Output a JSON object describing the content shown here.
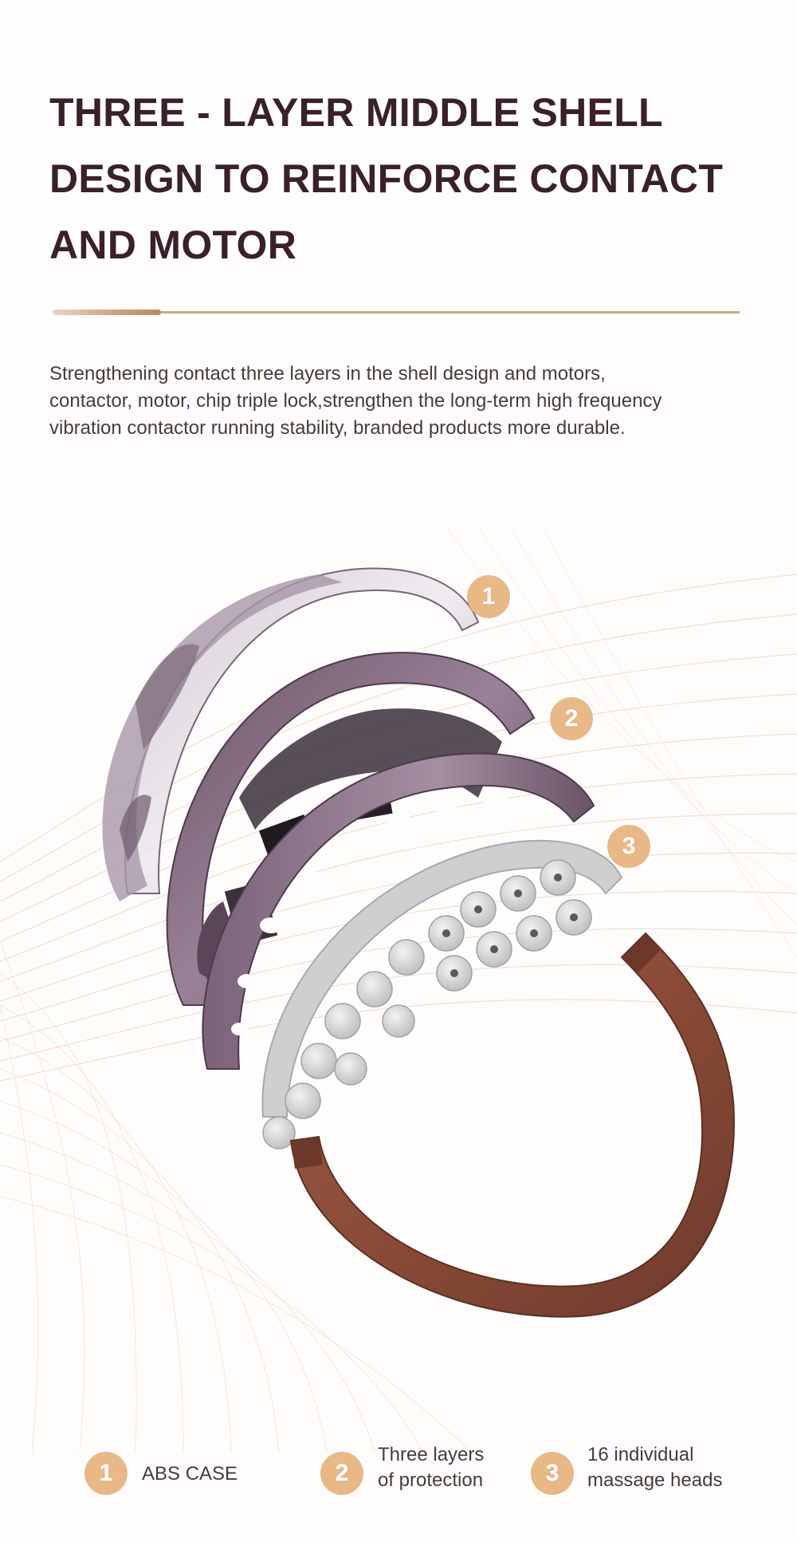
{
  "headline": {
    "line1": "THREE - LAYER MIDDLE SHELL",
    "line2": "DESIGN TO REINFORCE CONTACT",
    "line3": "AND MOTOR"
  },
  "description": {
    "line1": "Strengthening contact three layers in the shell design and motors,",
    "line2": "contactor, motor, chip triple lock,strengthen the long-term high frequency",
    "line3": "vibration contactor running stability, branded products more durable."
  },
  "callouts": [
    {
      "number": "1"
    },
    {
      "number": "2"
    },
    {
      "number": "3"
    }
  ],
  "legend": [
    {
      "number": "1",
      "line1": "ABS CASE",
      "line2": ""
    },
    {
      "number": "2",
      "line1": "Three layers",
      "line2": "of protection"
    },
    {
      "number": "3",
      "line1": "16 individual",
      "line2": "massage heads"
    }
  ],
  "colors": {
    "heading": "#3a2128",
    "accent": "#e8b887",
    "rule": "#c6a888",
    "shell_purple": "#8a6f86",
    "band_brown": "#8a4b38",
    "massage_heads": "#d9d9db"
  }
}
